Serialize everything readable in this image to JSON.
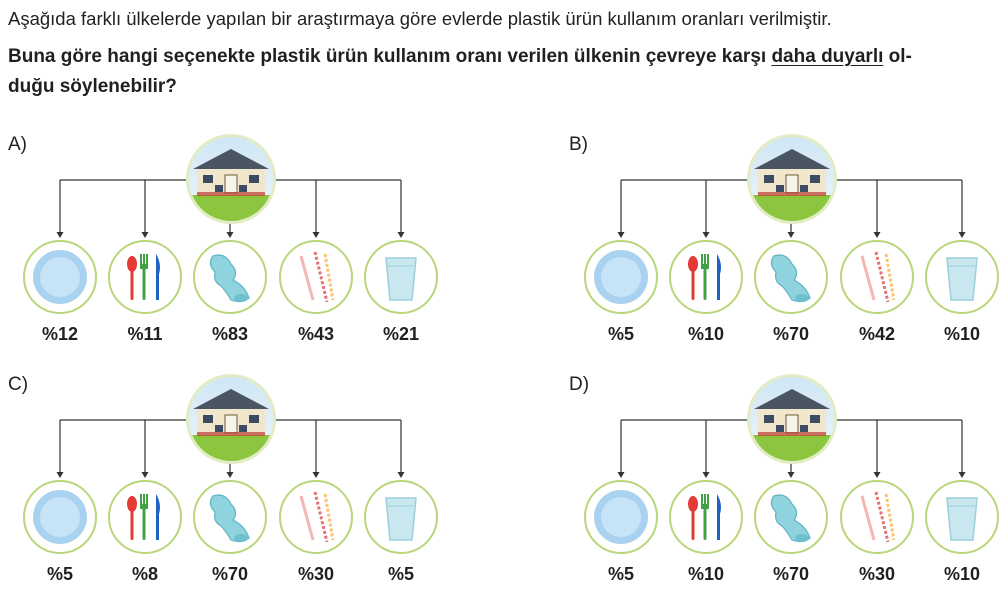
{
  "question": {
    "line1": "Aşağıda farklı ülkelerde yapılan bir araştırmaya göre evlerde plastik ürün kullanım oranları verilmiştir.",
    "line2_pre": "Buna göre hangi seçenekte plastik ürün kullanım oranı verilen ülkenin çevreye karşı ",
    "line2_underlined": "daha duyarlı",
    "line2_post": " ol-",
    "line3": "duğu söylenebilir?"
  },
  "items": [
    "plate-icon",
    "cutlery-icon",
    "bottle-icon",
    "straw-icon",
    "cup-icon"
  ],
  "options": [
    {
      "letter": "A)",
      "values": [
        "%12",
        "%11",
        "%83",
        "%43",
        "%21"
      ]
    },
    {
      "letter": "B)",
      "values": [
        "%5",
        "%10",
        "%70",
        "%42",
        "%10"
      ]
    },
    {
      "letter": "C)",
      "values": [
        "%5",
        "%8",
        "%70",
        "%30",
        "%5"
      ]
    },
    {
      "letter": "D)",
      "values": [
        "%5",
        "%10",
        "%70",
        "%30",
        "%10"
      ]
    }
  ]
}
